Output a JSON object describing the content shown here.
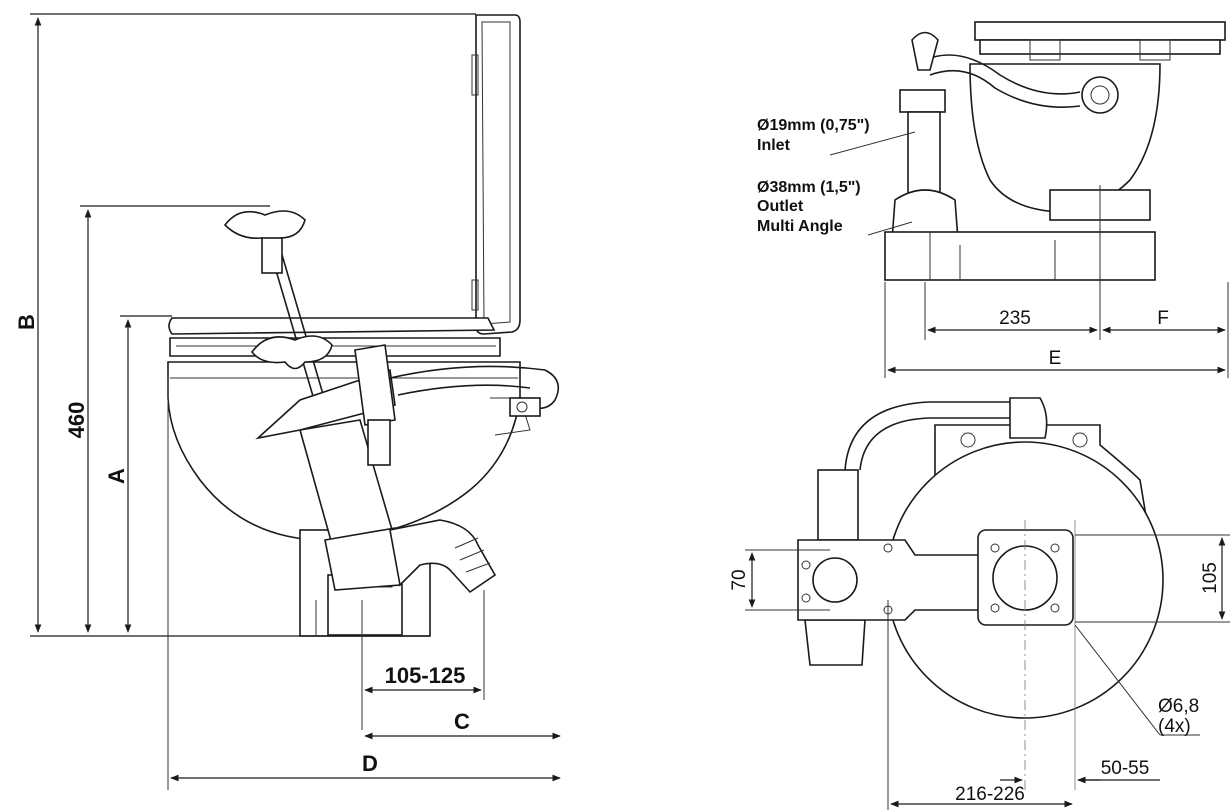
{
  "side_view": {
    "dimensions": {
      "B": "B",
      "d460": "460",
      "A": "A",
      "d105_125": "105-125",
      "C": "C",
      "D": "D"
    }
  },
  "rear_view": {
    "dimensions": {
      "inlet_size": "Ø19mm (0,75\")",
      "inlet_label": "Inlet",
      "outlet_size": "Ø38mm (1,5\")",
      "outlet_label": "Outlet",
      "multi_angle": "Multi Angle",
      "d235": "235",
      "F": "F",
      "E": "E"
    }
  },
  "top_view": {
    "dimensions": {
      "d70": "70",
      "d105": "105",
      "hole_dia": "Ø6,8",
      "hole_count": "(4x)",
      "d50_55": "50-55",
      "d216_226": "216-226"
    }
  }
}
